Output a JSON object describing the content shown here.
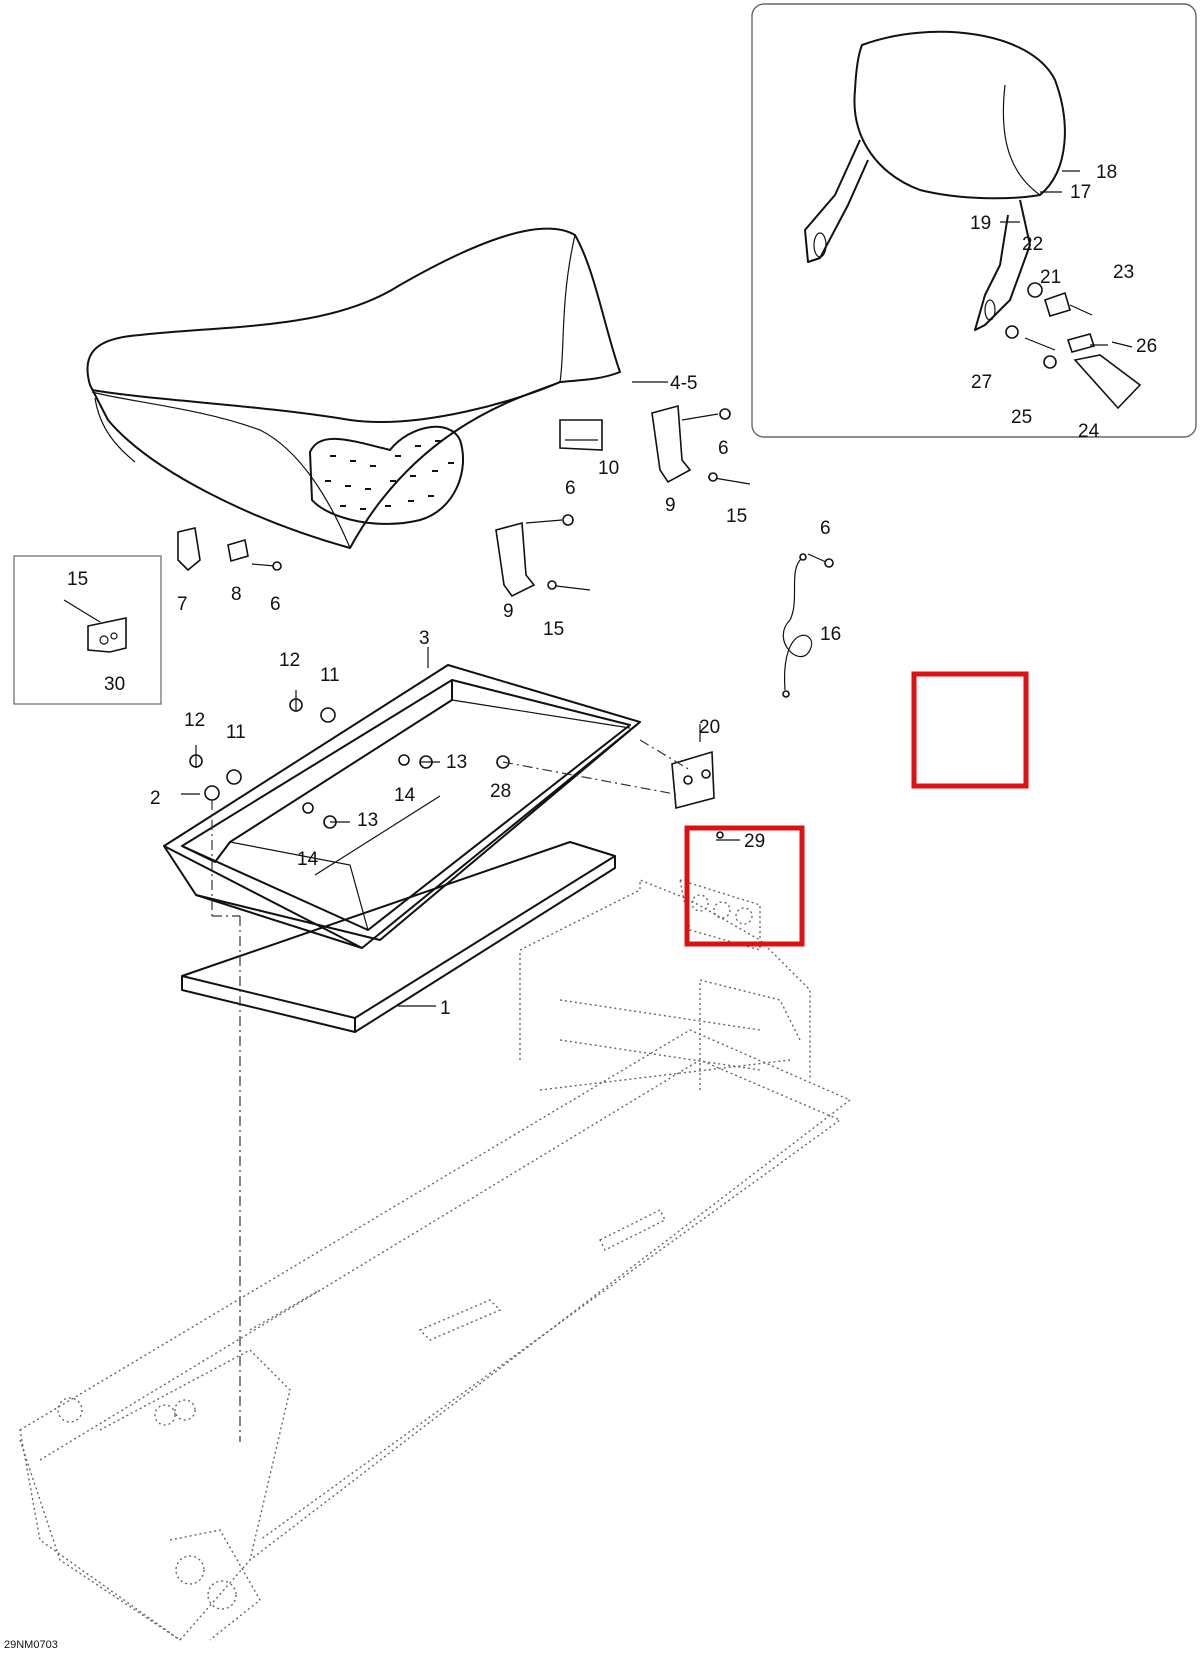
{
  "drawing_code": "29NM0703",
  "colors": {
    "line": "#111111",
    "highlight": "#dd1111",
    "frame": "#666666"
  },
  "callouts": [
    {
      "id": "c1",
      "text": "1"
    },
    {
      "id": "c2",
      "text": "2"
    },
    {
      "id": "c3",
      "text": "3"
    },
    {
      "id": "c45",
      "text": "4-5"
    },
    {
      "id": "c6a",
      "text": "6"
    },
    {
      "id": "c6b",
      "text": "6"
    },
    {
      "id": "c6c",
      "text": "6"
    },
    {
      "id": "c6d",
      "text": "6"
    },
    {
      "id": "c7",
      "text": "7"
    },
    {
      "id": "c8",
      "text": "8"
    },
    {
      "id": "c9a",
      "text": "9"
    },
    {
      "id": "c9b",
      "text": "9"
    },
    {
      "id": "c10",
      "text": "10"
    },
    {
      "id": "c11a",
      "text": "11"
    },
    {
      "id": "c11b",
      "text": "11"
    },
    {
      "id": "c12a",
      "text": "12"
    },
    {
      "id": "c12b",
      "text": "12"
    },
    {
      "id": "c13a",
      "text": "13"
    },
    {
      "id": "c13b",
      "text": "13"
    },
    {
      "id": "c14a",
      "text": "14"
    },
    {
      "id": "c14b",
      "text": "14"
    },
    {
      "id": "c15a",
      "text": "15"
    },
    {
      "id": "c15b",
      "text": "15"
    },
    {
      "id": "c15c",
      "text": "15"
    },
    {
      "id": "c16",
      "text": "16"
    },
    {
      "id": "c17",
      "text": "17"
    },
    {
      "id": "c18",
      "text": "18"
    },
    {
      "id": "c19",
      "text": "19"
    },
    {
      "id": "c20",
      "text": "20"
    },
    {
      "id": "c21",
      "text": "21"
    },
    {
      "id": "c22",
      "text": "22"
    },
    {
      "id": "c23",
      "text": "23"
    },
    {
      "id": "c24",
      "text": "24"
    },
    {
      "id": "c25",
      "text": "25"
    },
    {
      "id": "c26",
      "text": "26"
    },
    {
      "id": "c27",
      "text": "27"
    },
    {
      "id": "c28",
      "text": "28"
    },
    {
      "id": "c29",
      "text": "29"
    },
    {
      "id": "c30",
      "text": "30"
    }
  ]
}
